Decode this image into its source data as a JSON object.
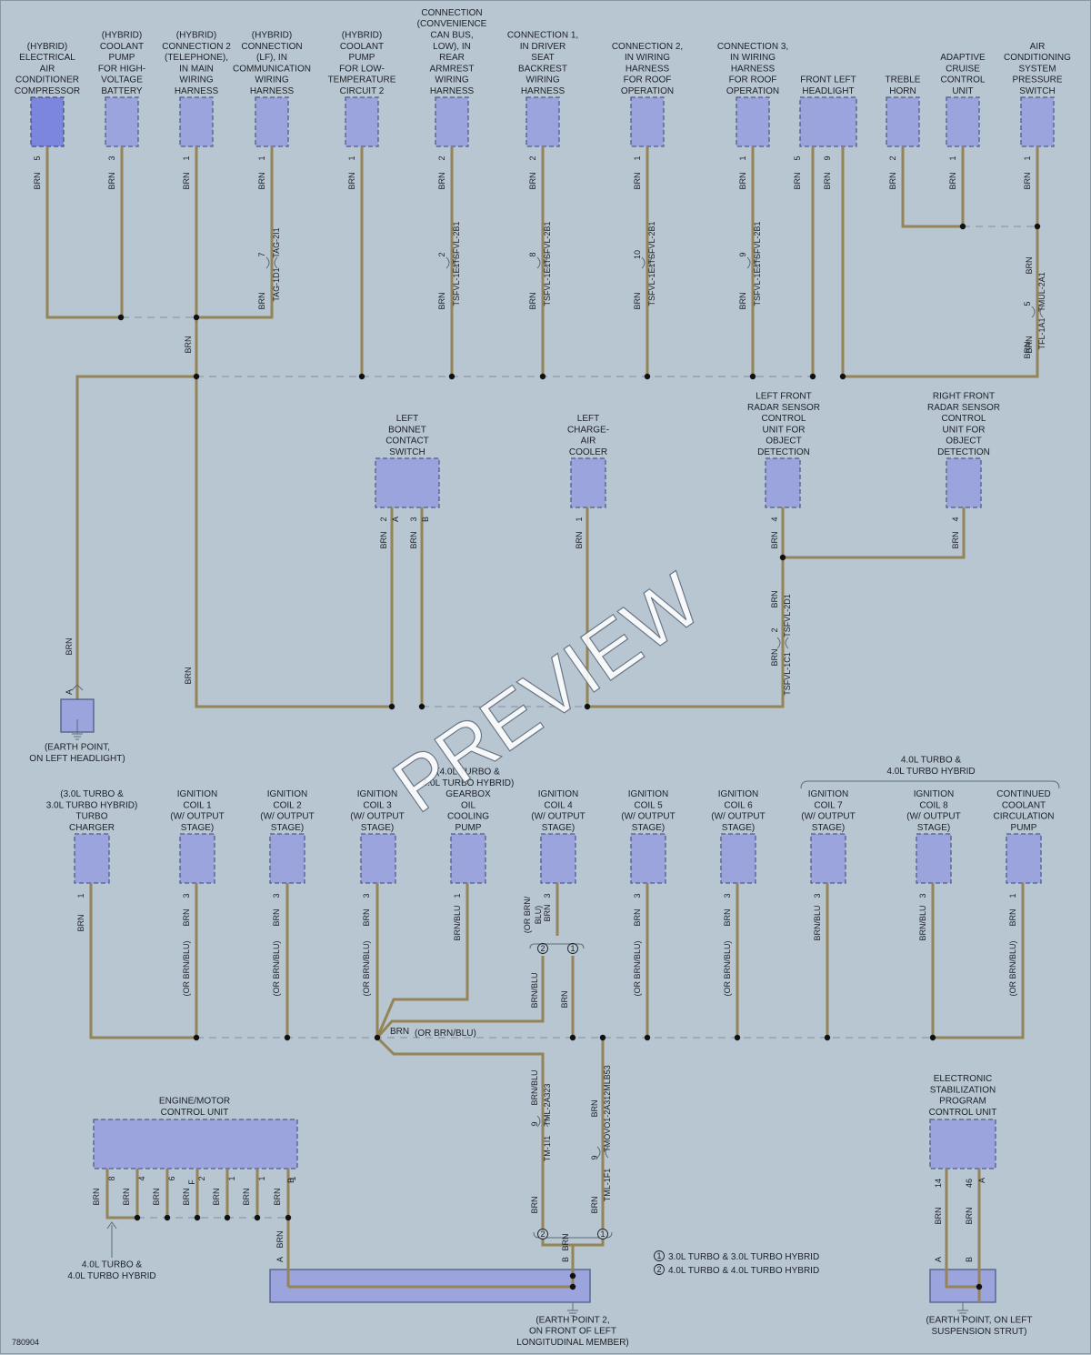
{
  "diagram_id": "780904",
  "watermark": "PREVIEW",
  "wire_color": "BRN",
  "components_top": [
    {
      "id": "c1",
      "lines": [
        "(HYBRID)",
        "ELECTRICAL",
        "AIR",
        "CONDITIONER",
        "COMPRESSOR"
      ],
      "pin": "5",
      "wire": "BRN"
    },
    {
      "id": "c2",
      "lines": [
        "(HYBRID)",
        "COOLANT",
        "PUMP",
        "FOR HIGH-",
        "VOLTAGE",
        "BATTERY"
      ],
      "pin": "3",
      "wire": "BRN"
    },
    {
      "id": "c3",
      "lines": [
        "(HYBRID)",
        "CONNECTION 2",
        "(TELEPHONE),",
        "IN MAIN",
        "WIRING",
        "HARNESS"
      ],
      "pin": "1",
      "wire": "BRN"
    },
    {
      "id": "c4",
      "lines": [
        "(HYBRID)",
        "CONNECTION",
        "(LF), IN",
        "COMMUNICATION",
        "WIRING",
        "HARNESS"
      ],
      "pin": "1",
      "wire": "BRN",
      "conn_upper": "TAG-2I1",
      "conn_lower": "TAG-1D1",
      "conn_pin": "7"
    },
    {
      "id": "c5",
      "lines": [
        "(HYBRID)",
        "COOLANT",
        "PUMP",
        "FOR LOW-",
        "TEMPERATURE",
        "CIRCUIT 2"
      ],
      "pin": "1",
      "wire": "BRN"
    },
    {
      "id": "c6",
      "lines": [
        "CONNECTION",
        "(CONVENIENCE",
        "CAN BUS,",
        "LOW), IN",
        "REAR",
        "ARMREST",
        "WIRING",
        "HARNESS"
      ],
      "pin": "2",
      "wire": "BRN",
      "conn_upper": "TSFVL-2B1",
      "conn_lower": "TSFVL-1E1",
      "conn_pin": "2"
    },
    {
      "id": "c7",
      "lines": [
        "CONNECTION 1,",
        "IN DRIVER",
        "SEAT",
        "BACKREST",
        "WIRING",
        "HARNESS"
      ],
      "pin": "2",
      "wire": "BRN",
      "conn_upper": "TSFVL-2B1",
      "conn_lower": "TSFVL-1E1",
      "conn_pin": "8"
    },
    {
      "id": "c8",
      "lines": [
        "CONNECTION 2,",
        "IN WIRING",
        "HARNESS",
        "FOR ROOF",
        "OPERATION"
      ],
      "pin": "1",
      "wire": "BRN",
      "conn_upper": "TSFVL-2B1",
      "conn_lower": "TSFVL-1E1",
      "conn_pin": "10"
    },
    {
      "id": "c9",
      "lines": [
        "CONNECTION 3,",
        "IN WIRING",
        "HARNESS",
        "FOR ROOF",
        "OPERATION"
      ],
      "pin": "1",
      "wire": "BRN",
      "conn_upper": "TSFVL-2B1",
      "conn_lower": "TSFVL-1E1",
      "conn_pin": "9"
    },
    {
      "id": "c10",
      "lines": [
        "FRONT LEFT",
        "HEADLIGHT"
      ],
      "pins": [
        "5",
        "9"
      ],
      "wire": "BRN"
    },
    {
      "id": "c11",
      "lines": [
        "TREBLE",
        "HORN"
      ],
      "pin": "2",
      "wire": "BRN"
    },
    {
      "id": "c12",
      "lines": [
        "ADAPTIVE",
        "CRUISE",
        "CONTROL",
        "UNIT"
      ],
      "pin": "1",
      "wire": "BRN"
    },
    {
      "id": "c13",
      "lines": [
        "AIR",
        "CONDITIONING",
        "SYSTEM",
        "PRESSURE",
        "SWITCH"
      ],
      "pin": "1",
      "wire": "BRN",
      "conn_upper": "TMUL-2A1",
      "conn_lower": "TFL-1A1",
      "conn_pin": "5"
    }
  ],
  "components_mid": [
    {
      "id": "m1",
      "lines": [
        "LEFT",
        "BONNET",
        "CONTACT",
        "SWITCH"
      ],
      "pins": [
        "2",
        "A",
        "3",
        "B"
      ]
    },
    {
      "id": "m2",
      "lines": [
        "LEFT",
        "CHARGE-",
        "AIR",
        "COOLER"
      ],
      "pin": "1"
    },
    {
      "id": "m3",
      "lines": [
        "LEFT FRONT",
        "RADAR SENSOR",
        "CONTROL",
        "UNIT FOR",
        "OBJECT",
        "DETECTION"
      ],
      "pin": "4",
      "conn_upper": "TSFVL-2D1",
      "conn_lower": "TSFVL-1C1",
      "conn_pin": "2"
    },
    {
      "id": "m4",
      "lines": [
        "RIGHT FRONT",
        "RADAR SENSOR",
        "CONTROL",
        "UNIT FOR",
        "OBJECT",
        "DETECTION"
      ],
      "pin": "4"
    }
  ],
  "earth_left": {
    "lines": [
      "(EARTH POINT,",
      "ON LEFT HEADLIGHT)"
    ],
    "pin": "A"
  },
  "bracket_top": {
    "lines": [
      "4.0L TURBO &",
      "4.0L TURBO HYBRID"
    ]
  },
  "components_low": [
    {
      "id": "l1",
      "lines": [
        "(3.0L TURBO &",
        "3.0L TURBO HYBRID)",
        "TURBO",
        "CHARGER"
      ],
      "pin": "1",
      "wire": "BRN"
    },
    {
      "id": "l2",
      "lines": [
        "IGNITION",
        "COIL 1",
        "(W/ OUTPUT",
        "STAGE)"
      ],
      "pin": "3",
      "wire": "BRN",
      "wire_alt": "(OR BRN/BLU)"
    },
    {
      "id": "l3",
      "lines": [
        "IGNITION",
        "COIL 2",
        "(W/ OUTPUT",
        "STAGE)"
      ],
      "pin": "3",
      "wire": "BRN",
      "wire_alt": "(OR BRN/BLU)"
    },
    {
      "id": "l4",
      "lines": [
        "IGNITION",
        "COIL 3",
        "(W/ OUTPUT",
        "STAGE)"
      ],
      "pin": "3",
      "wire": "BRN",
      "wire_alt": "(OR BRN/BLU)"
    },
    {
      "id": "l5",
      "lines": [
        "(4.0L TURBO &",
        "4.0L TURBO HYBRID)",
        "GEARBOX",
        "OIL",
        "COOLING",
        "PUMP"
      ],
      "pin": "1",
      "wire": "BRN/BLU"
    },
    {
      "id": "l6",
      "lines": [
        "IGNITION",
        "COIL 4",
        "(W/ OUTPUT",
        "STAGE)"
      ],
      "pin": "3",
      "wire": "BRN",
      "wire_alt": "(OR BRN/",
      "wire_alt2": "BLU)"
    },
    {
      "id": "l7",
      "lines": [
        "IGNITION",
        "COIL 5",
        "(W/ OUTPUT",
        "STAGE)"
      ],
      "pin": "3",
      "wire": "BRN",
      "wire_alt": "(OR BRN/BLU)"
    },
    {
      "id": "l8",
      "lines": [
        "IGNITION",
        "COIL 6",
        "(W/ OUTPUT",
        "STAGE)"
      ],
      "pin": "3",
      "wire": "BRN",
      "wire_alt": "(OR BRN/BLU)"
    },
    {
      "id": "l9",
      "lines": [
        "IGNITION",
        "COIL 7",
        "(W/ OUTPUT",
        "STAGE)"
      ],
      "pin": "3",
      "wire": "BRN/BLU"
    },
    {
      "id": "l10",
      "lines": [
        "IGNITION",
        "COIL 8",
        "(W/ OUTPUT",
        "STAGE)"
      ],
      "pin": "3",
      "wire": "BRN/BLU"
    },
    {
      "id": "l11",
      "lines": [
        "CONTINUED",
        "COOLANT",
        "CIRCULATION",
        "PUMP"
      ],
      "pin": "1",
      "wire": "BRN",
      "wire_alt": "(OR BRN/BLU)"
    }
  ],
  "bus_low_label": "BRN",
  "bus_low_label_alt": "(OR BRN/BLU)",
  "coil4_split": {
    "wire_a": "BRN/BLU",
    "wire_b": "BRN",
    "variant_a": "2",
    "variant_b": "1"
  },
  "ecm": {
    "lines": [
      "ENGINE/MOTOR",
      "CONTROL UNIT"
    ],
    "pins": [
      "8",
      "4",
      "6",
      "2",
      "1",
      "1",
      "1",
      "4"
    ],
    "sides": [
      "",
      "",
      "",
      "F",
      "",
      "",
      "",
      "B"
    ],
    "wire": "BRN"
  },
  "ecm_note": {
    "lines": [
      "4.0L TURBO &",
      "4.0L TURBO HYBRID"
    ]
  },
  "ground_center": {
    "lines": [
      "(EARTH POINT 2,",
      "ON FRONT OF LEFT",
      "LONGITUDINAL MEMBER)"
    ],
    "pin_a": "A",
    "pin_b": "B"
  },
  "tml_left": {
    "upper": "TML-2A323",
    "lower": "TM-1I1",
    "pin": "9",
    "wire": "BRN/BLU",
    "wire2": "BRN"
  },
  "tml_right": {
    "upper": "TMOVO1-2A312MLB53",
    "lower": "TML-1F1",
    "pin": "9",
    "wire": "BRN",
    "wire2": "BRN"
  },
  "legend": [
    {
      "num": "1",
      "text": "3.0L TURBO & 3.0L TURBO HYBRID"
    },
    {
      "num": "2",
      "text": "4.0L TURBO & 4.0L TURBO HYBRID"
    }
  ],
  "esp": {
    "lines": [
      "ELECTRONIC",
      "STABILIZATION",
      "PROGRAM",
      "CONTROL UNIT"
    ],
    "pins": [
      "14",
      "46"
    ],
    "sides": [
      "",
      "A"
    ],
    "wire": "BRN"
  },
  "ground_right": {
    "lines": [
      "(EARTH POINT, ON LEFT",
      "SUSPENSION STRUT)"
    ],
    "pin_a": "A",
    "pin_b": "B"
  }
}
